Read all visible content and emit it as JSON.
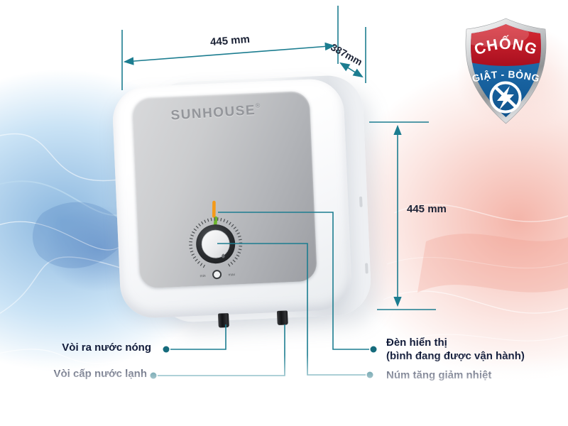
{
  "dimensions": {
    "width_label": "445 mm",
    "depth_label": "387mm",
    "height_label": "445 mm"
  },
  "product": {
    "brand": "SUNHOUSE",
    "trademark": "®",
    "knob_min": "min",
    "knob_max": "max"
  },
  "badge": {
    "top_text": "CHỐNG",
    "bottom_text": "GIẬT - BỎNG"
  },
  "callouts": {
    "hot_water": "Vòi ra nước nóng",
    "cold_water": "Vòi cấp nước lạnh",
    "indicator_line1": "Đèn hiển thị",
    "indicator_line2": "(bình đang được vận hành)",
    "knob": "Núm tăng giảm nhiệt"
  },
  "colors": {
    "annotation_teal": "#1c7d90",
    "label_text": "#121c3a",
    "badge_red": "#c21e2c",
    "badge_blue": "#0e5a9c",
    "logo_gray": "#94969b",
    "indicator_orange": "#f49a1a",
    "indicator_green": "#6cb52d"
  }
}
